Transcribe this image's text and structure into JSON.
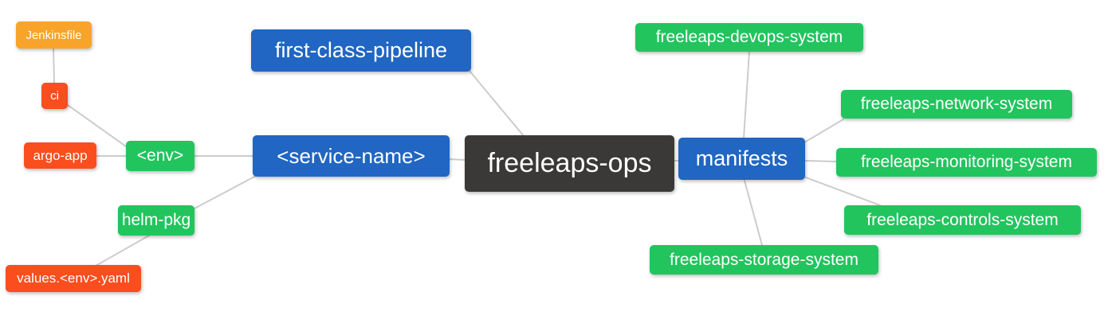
{
  "palette": {
    "root": "#3B3838",
    "branch_blue": "#2066C2",
    "leaf_green": "#22C45E",
    "leaf_red": "#FA4E1E",
    "leaf_orange": "#F8A42A",
    "edge_gray": "#CCCCCC",
    "node_text": "#FFFFFF"
  },
  "diagram_type": "mindmap",
  "nodes": {
    "root": {
      "label": "freeleaps-ops"
    },
    "first_class_pipeline": {
      "label": "first-class-pipeline"
    },
    "service_name": {
      "label": "<service-name>"
    },
    "manifests": {
      "label": "manifests"
    },
    "env": {
      "label": "<env>"
    },
    "helm_pkg": {
      "label": "helm-pkg"
    },
    "ci": {
      "label": "ci"
    },
    "argo_app": {
      "label": "argo-app"
    },
    "jenkinsfile": {
      "label": "Jenkinsfile"
    },
    "values_env_yaml": {
      "label": "values.<env>.yaml"
    },
    "devops_system": {
      "label": "freeleaps-devops-system"
    },
    "network_system": {
      "label": "freeleaps-network-system"
    },
    "monitoring_system": {
      "label": "freeleaps-monitoring-system"
    },
    "controls_system": {
      "label": "freeleaps-controls-system"
    },
    "storage_system": {
      "label": "freeleaps-storage-system"
    }
  },
  "edges": [
    {
      "from": "jenkinsfile",
      "to": "ci"
    },
    {
      "from": "ci",
      "to": "env"
    },
    {
      "from": "argo_app",
      "to": "env"
    },
    {
      "from": "env",
      "to": "service_name"
    },
    {
      "from": "helm_pkg",
      "to": "service_name"
    },
    {
      "from": "values_env_yaml",
      "to": "helm_pkg"
    },
    {
      "from": "first_class_pipeline",
      "to": "root"
    },
    {
      "from": "service_name",
      "to": "root"
    },
    {
      "from": "root",
      "to": "manifests"
    },
    {
      "from": "manifests",
      "to": "devops_system"
    },
    {
      "from": "manifests",
      "to": "network_system"
    },
    {
      "from": "manifests",
      "to": "monitoring_system"
    },
    {
      "from": "manifests",
      "to": "controls_system"
    },
    {
      "from": "manifests",
      "to": "storage_system"
    }
  ]
}
